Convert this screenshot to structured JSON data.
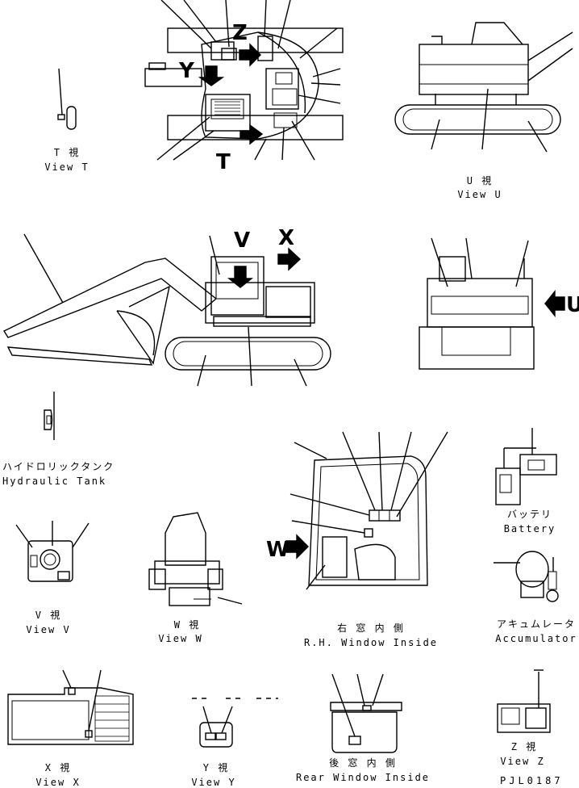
{
  "labels": {
    "view_t_jp": "T 視",
    "view_t_en": "View T",
    "view_u_jp": "U 視",
    "view_u_en": "View U",
    "hydraulic_jp": "ハイドロリックタンク",
    "hydraulic_en": "Hydraulic Tank",
    "view_v_jp": "V 視",
    "view_v_en": "View V",
    "view_w_jp": "W 視",
    "view_w_en": "View W",
    "rh_window_jp": "右 窓 内 側",
    "rh_window_en": "R.H. Window Inside",
    "battery_jp": "バッテリ",
    "battery_en": "Battery",
    "accumulator_jp": "アキュムレータ",
    "accumulator_en": "Accumulator",
    "view_x_jp": "X 視",
    "view_x_en": "View X",
    "view_y_jp": "Y 視",
    "view_y_en": "View Y",
    "rear_window_jp": "後 窓 内 側",
    "rear_window_en": "Rear Window Inside",
    "view_z_jp": "Z 視",
    "view_z_en": "View Z",
    "part_code": "PJL0187"
  },
  "view_letters": {
    "z_top": "Z",
    "y_top": "Y",
    "t_top": "T",
    "v_side": "V",
    "x_side": "X",
    "u_rear": "U",
    "w_cab": "W"
  }
}
